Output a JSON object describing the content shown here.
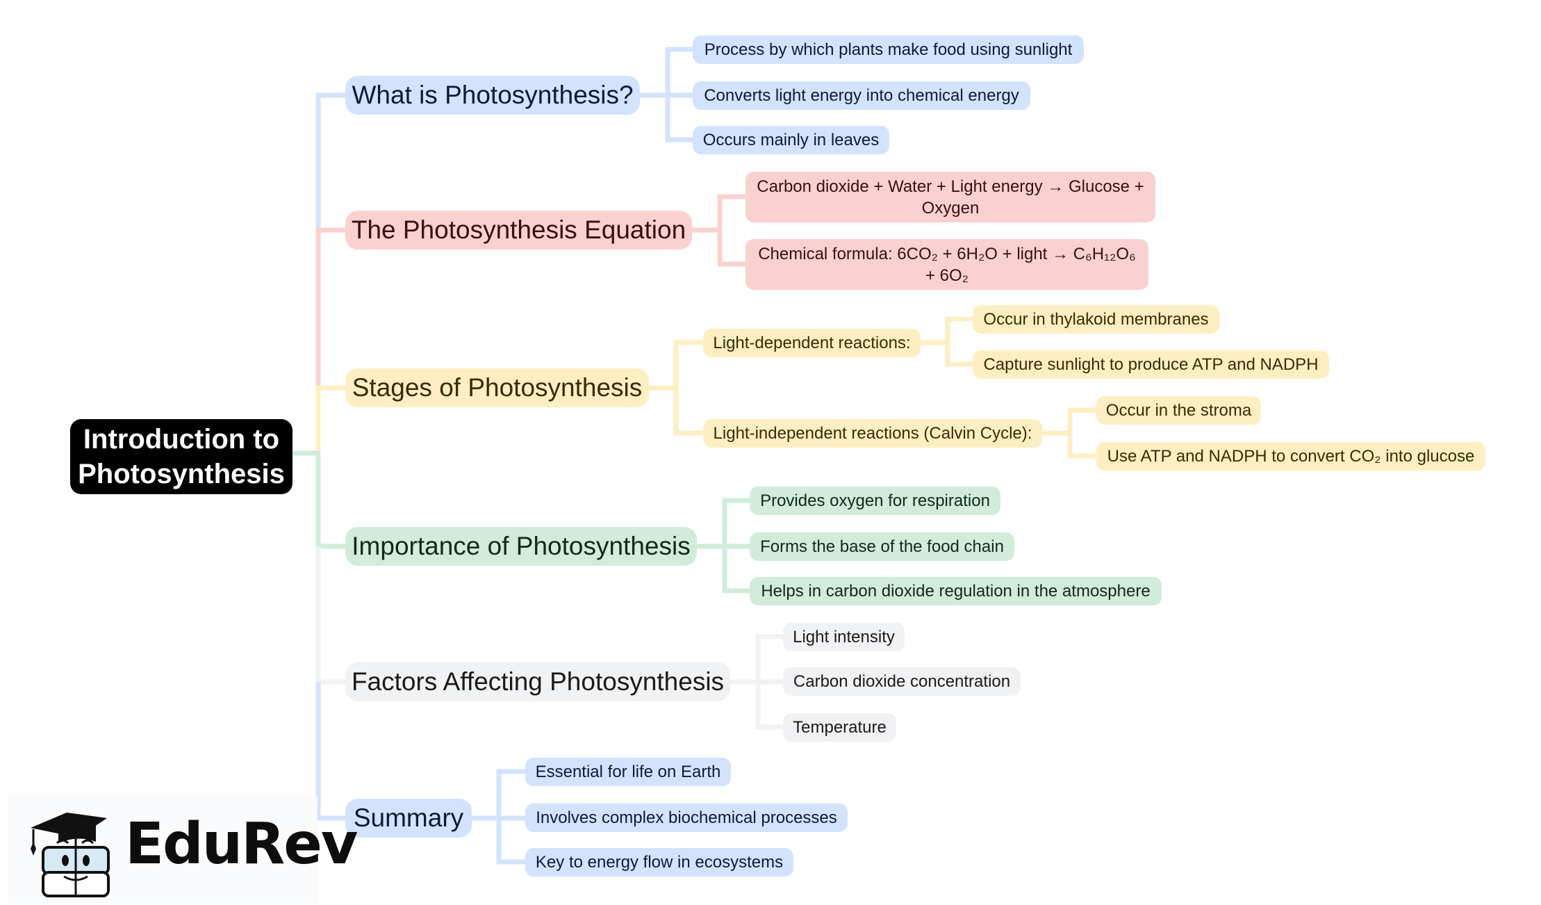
{
  "root": {
    "label": "Introduction to Photosynthesis",
    "line1": "Introduction to",
    "line2": "Photosynthesis"
  },
  "colors": {
    "blue": "#d3e3fd",
    "red": "#f9d2d0",
    "yellow": "#feefc3",
    "green": "#d1ecdb",
    "gray": "#f1f2f4",
    "root": "#000000"
  },
  "branches": [
    {
      "label": "What is Photosynthesis?",
      "color": "blue",
      "children": [
        "Process by which plants make food using sunlight",
        "Converts light energy into chemical energy",
        "Occurs mainly in leaves"
      ]
    },
    {
      "label": "The Photosynthesis Equation",
      "color": "red",
      "children": [
        "Carbon dioxide + Water + Light energy → Glucose + Oxygen",
        "Chemical formula: 6CO₂ + 6H₂O + light → C₆H₁₂O₆ + 6O₂"
      ]
    },
    {
      "label": "Stages of Photosynthesis",
      "color": "yellow",
      "children": [
        {
          "label": "Light-dependent reactions:",
          "children": [
            "Occur in thylakoid membranes",
            "Capture sunlight to produce ATP and NADPH"
          ]
        },
        {
          "label": "Light-independent reactions (Calvin Cycle):",
          "children": [
            "Occur in the stroma",
            "Use ATP and NADPH to convert CO₂ into glucose"
          ]
        }
      ]
    },
    {
      "label": "Importance of Photosynthesis",
      "color": "green",
      "children": [
        "Provides oxygen for respiration",
        "Forms the base of the food chain",
        "Helps in carbon dioxide regulation in the atmosphere"
      ]
    },
    {
      "label": "Factors Affecting Photosynthesis",
      "color": "gray",
      "children": [
        "Light intensity",
        "Carbon dioxide concentration",
        "Temperature"
      ]
    },
    {
      "label": "Summary",
      "color": "blue",
      "children": [
        "Essential for life on Earth",
        "Involves complex biochemical processes",
        "Key to energy flow in ecosystems"
      ]
    }
  ],
  "logo": {
    "text": "EduRev",
    "icon": "graduate-mascot-icon"
  }
}
